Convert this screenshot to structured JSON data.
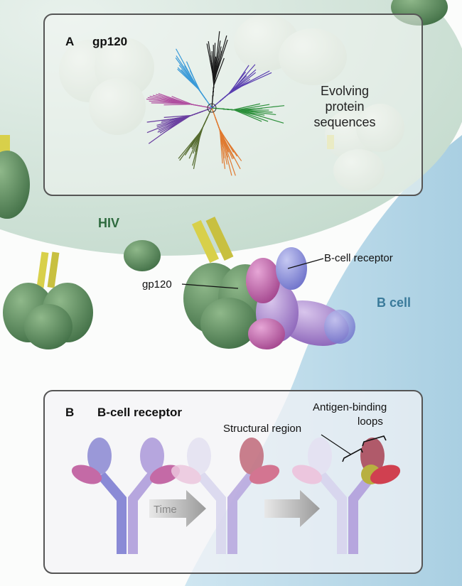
{
  "panel_a": {
    "letter": "A",
    "title": "gp120",
    "caption_line1": "Evolving",
    "caption_line2": "protein",
    "caption_line3": "sequences"
  },
  "labels": {
    "hiv": "HIV",
    "b_cell": "B cell",
    "gp120": "gp120",
    "b_cell_receptor": "B-cell receptor"
  },
  "panel_b": {
    "letter": "B",
    "title": "B-cell receptor",
    "time": "Time",
    "structural_region": "Structural region",
    "antigen_binding_line1": "Antigen-binding",
    "antigen_binding_line2": "loops"
  },
  "colors": {
    "hiv_particle": "#d6e6dd",
    "b_cell": "#bcd9e8",
    "gp120_green": "#5a8a5a",
    "stalk_yellow": "#d8d04a",
    "receptor_purple": "#a98cc8",
    "receptor_blue": "#8a8ed8",
    "receptor_pink": "#c060a8",
    "hiv_label": "#2e6a3e",
    "bcell_label": "#3a7a9a"
  },
  "tree_branch_colors": [
    "#1a1a1a",
    "#5a3fb0",
    "#2b8f3a",
    "#e07a30",
    "#556b2f",
    "#6a3fa0",
    "#b04fa0",
    "#3a9ad8"
  ]
}
